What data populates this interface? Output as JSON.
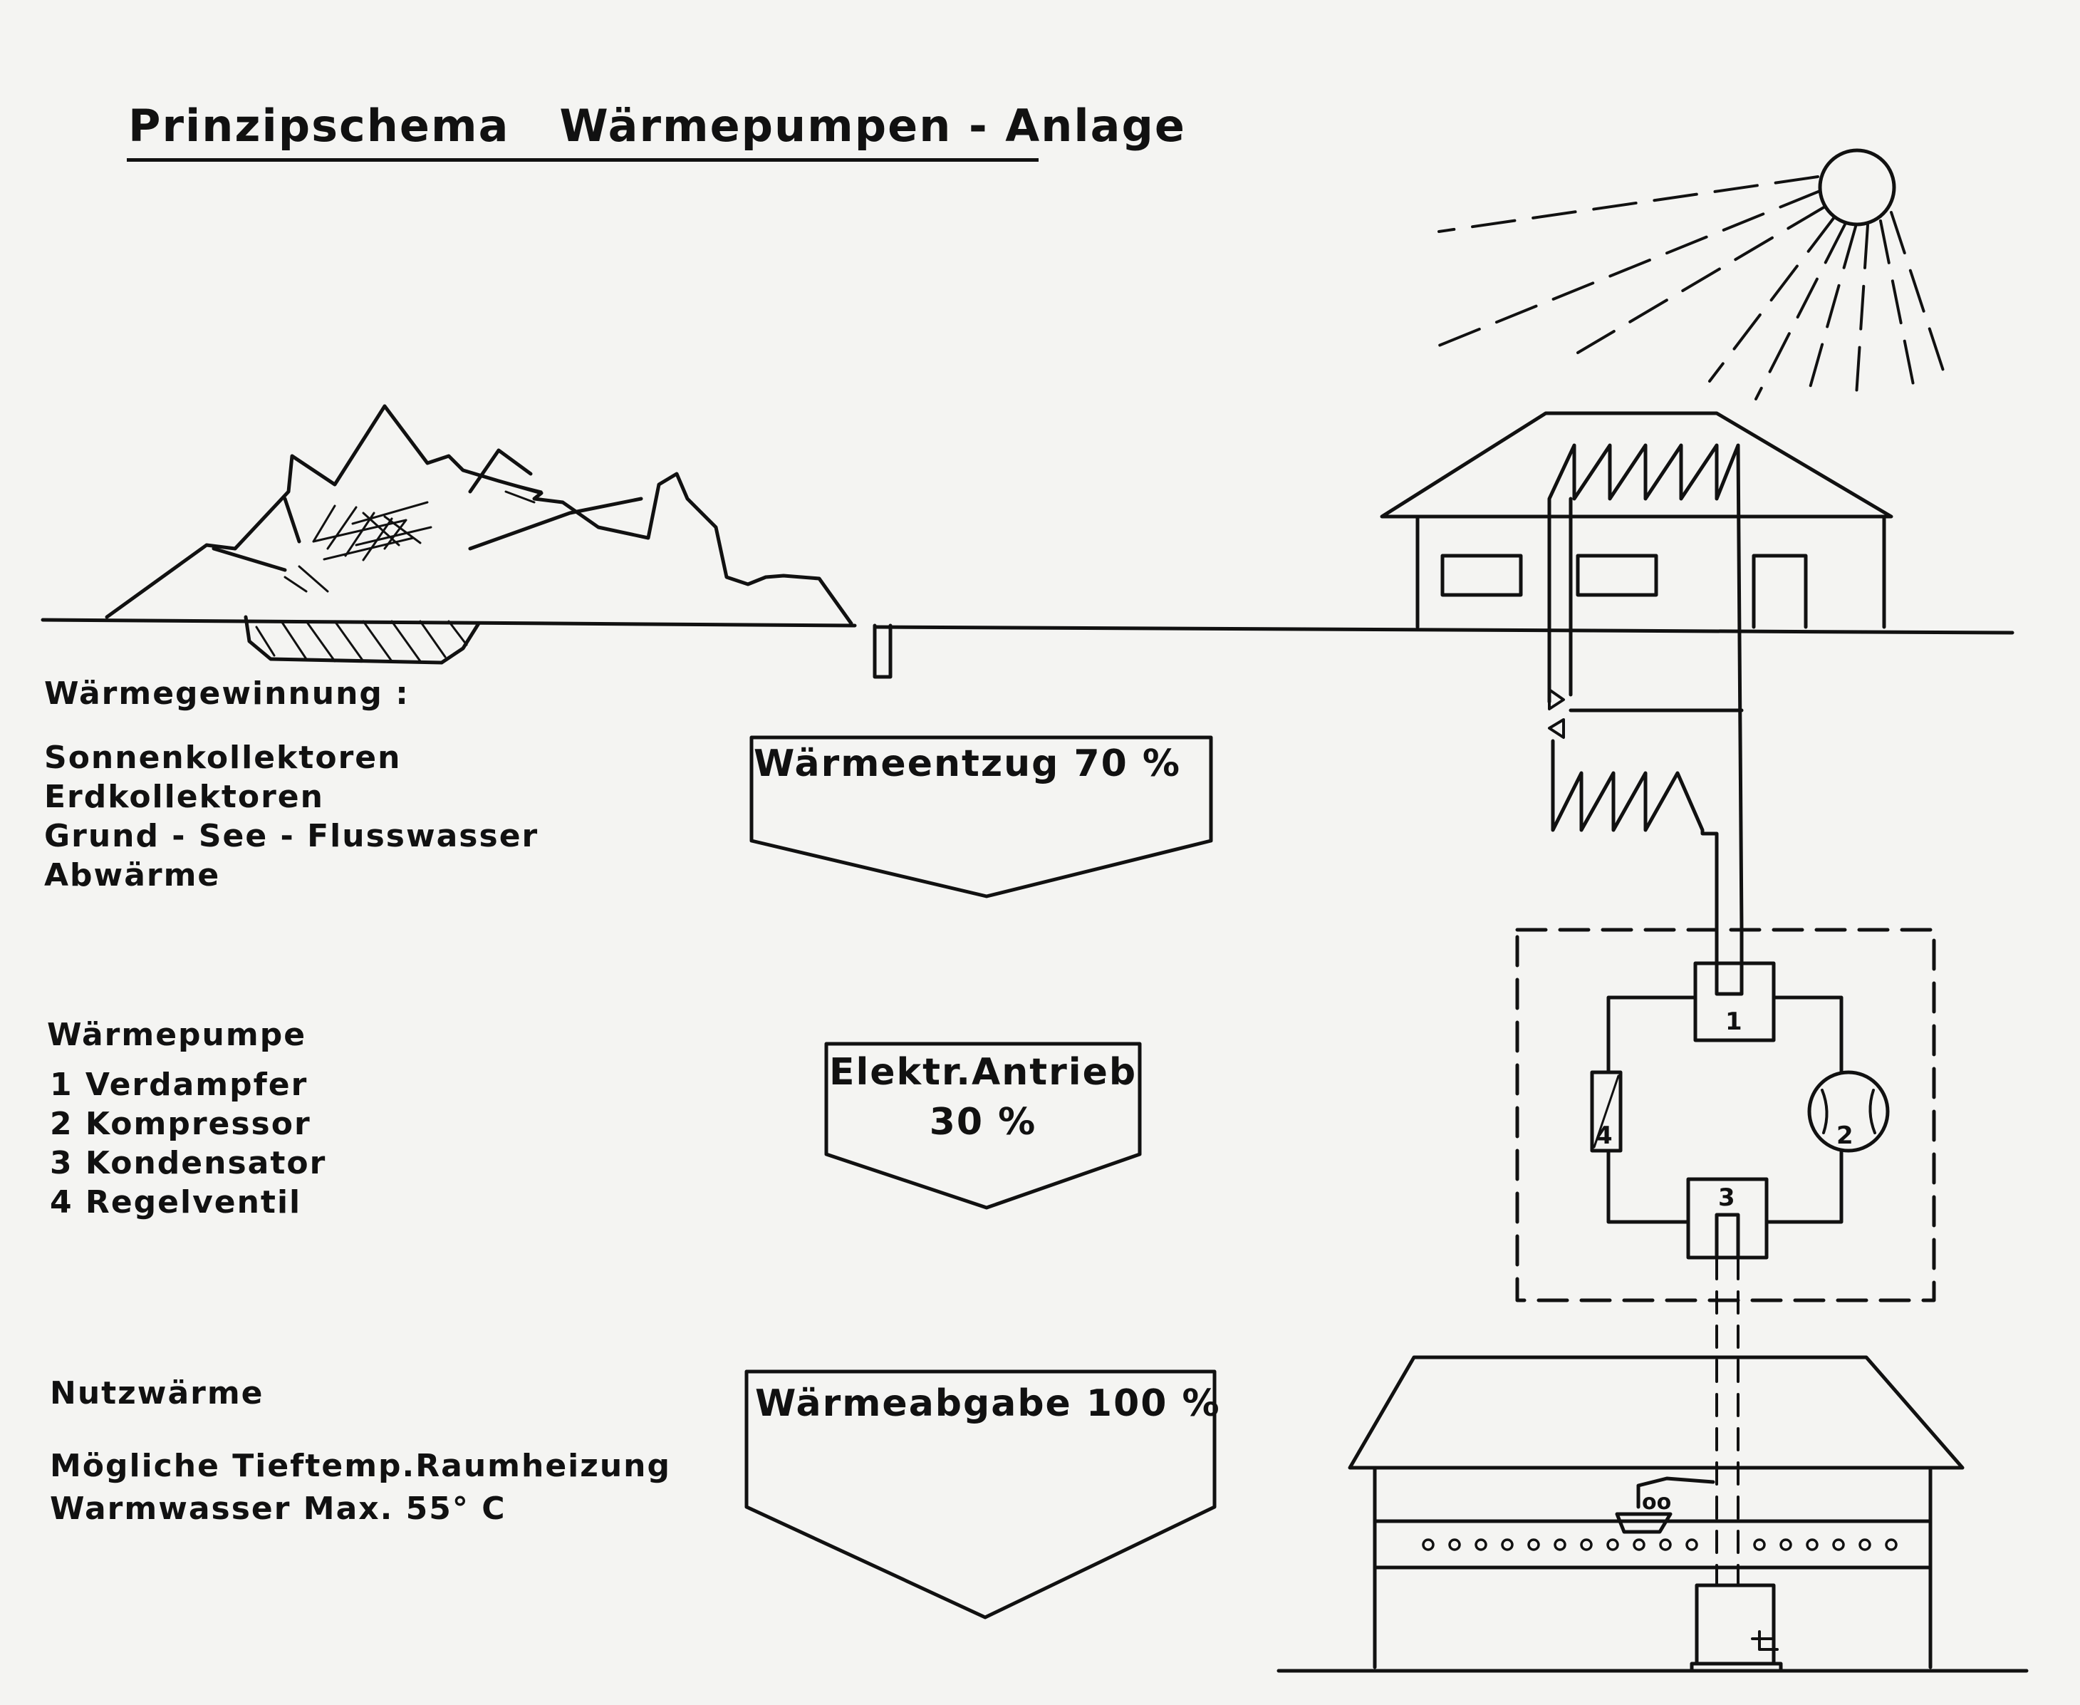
{
  "title": {
    "part1": "Prinzipschema",
    "part2": "Wärmepumpen - Anlage"
  },
  "sections": {
    "gewinnung": {
      "heading": "Wärmegewinnung :",
      "items": [
        "Sonnenkollektoren",
        "Erdkollektoren",
        "Grund - See - Flusswasser",
        "Abwärme"
      ]
    },
    "pumpe": {
      "heading": "Wärmepumpe",
      "items": [
        "1 Verdampfer",
        "2 Kompressor",
        "3 Kondensator",
        "4 Regelventil"
      ]
    },
    "nutz": {
      "heading": "Nutzwärme",
      "items": [
        "Mögliche Tieftemp.Raumheizung",
        "Warmwasser Max. 55° C"
      ]
    }
  },
  "boxes": {
    "entzug": {
      "label": "Wärmeentzug  70 %"
    },
    "antrieb": {
      "line1": "Elektr.Antrieb",
      "line2": "30 %"
    },
    "abgabe": {
      "label": "Wärmeabgabe 100 %"
    }
  },
  "components": {
    "c1": "1",
    "c2": "2",
    "c3": "3",
    "c4": "4",
    "boiler": "oo"
  }
}
